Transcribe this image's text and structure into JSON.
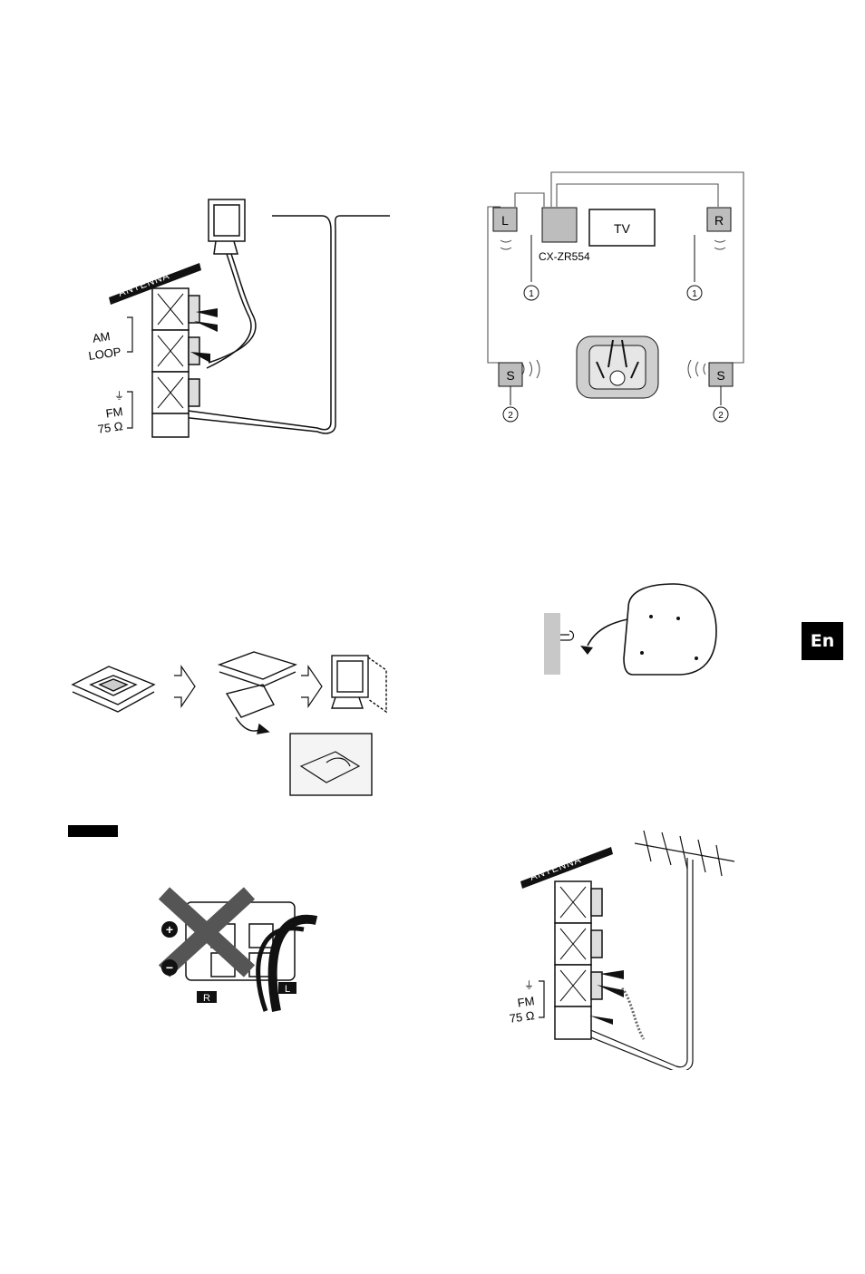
{
  "antenna_fig": {
    "banner": "ANTENNA",
    "am_label_1": "AM",
    "am_label_2": "LOOP",
    "fm_label_1": "FM",
    "fm_label_2": "75 Ω"
  },
  "speaker_fig": {
    "left": "L",
    "right": "R",
    "tv": "TV",
    "model": "CX-ZR554",
    "surround_left": "S",
    "surround_right": "S",
    "callout_1": "1",
    "callout_2": "2"
  },
  "outdoor_fig": {
    "banner": "ANTENNA",
    "fm_label_1": "FM",
    "fm_label_2": "75 Ω"
  },
  "polarity_fig": {
    "right_tag": "R",
    "left_tag": "L",
    "plus": "+",
    "minus": "−"
  },
  "language_tab": "En",
  "colors": {
    "ink": "#111111",
    "shade": "#bdbdbd",
    "accent": "#000000"
  }
}
